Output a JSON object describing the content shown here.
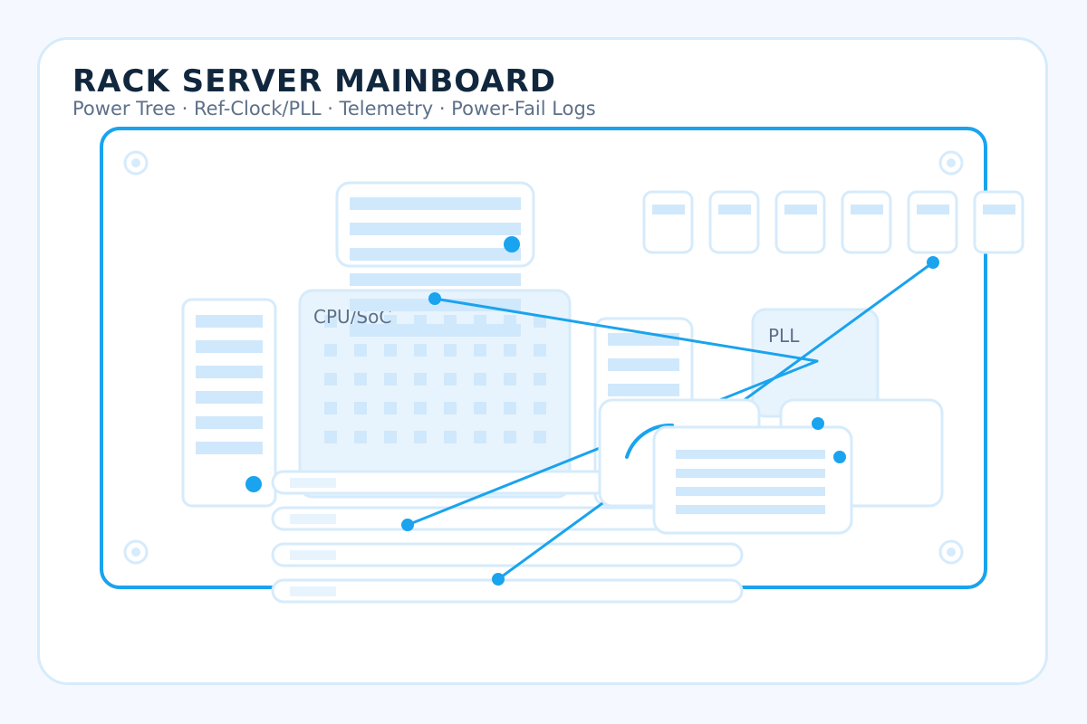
{
  "header": {
    "title": "RACK SERVER MAINBOARD",
    "subtitle": "Power Tree · Ref-Clock/PLL · Telemetry · Power-Fail Logs"
  },
  "components": {
    "cpu_label": "CPU/SoC",
    "pll_label": "PLL"
  },
  "colors": {
    "accent": "#1aa3ee",
    "outline": "#d6ebfb",
    "fill_light": "#e8f4fd",
    "bar": "#d0e8fb",
    "title": "#10273d",
    "subtitle": "#5d7089"
  }
}
